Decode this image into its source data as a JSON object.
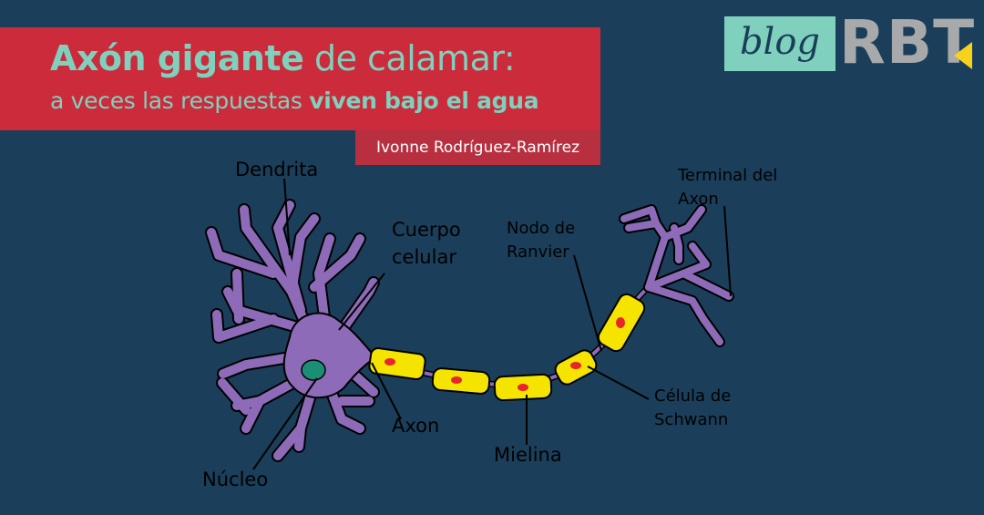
{
  "header": {
    "title_part1_bold": "Axón gigante",
    "title_part1_rest": " de calamar:",
    "title_part2_plain": "a veces las respuestas ",
    "title_part2_bold": "viven bajo el agua",
    "author": "Ivonne Rodríguez-Ramírez"
  },
  "logo": {
    "blog": "blog",
    "rbt": "RBT"
  },
  "diagram": {
    "labels": {
      "dendrita": "Dendrita",
      "cuerpo_line1": "Cuerpo",
      "cuerpo_line2": "celular",
      "nodo_line1": "Nodo de",
      "nodo_line2": "Ranvier",
      "terminal_line1": "Terminal del",
      "terminal_line2": "Axon",
      "axon": "Axon",
      "mielina": "Mielina",
      "schwann_line1": "Célula de",
      "schwann_line2": "Schwann",
      "nucleo": "Núcleo"
    }
  },
  "colors": {
    "background": "#1b3f5a",
    "banner": "#cc2b3b",
    "accent": "#7fd1bd",
    "neuron": "#8e6bb8",
    "myelin": "#f4e400",
    "nucleus_dot": "#e8262a",
    "nucleus": "#1a8f73"
  }
}
